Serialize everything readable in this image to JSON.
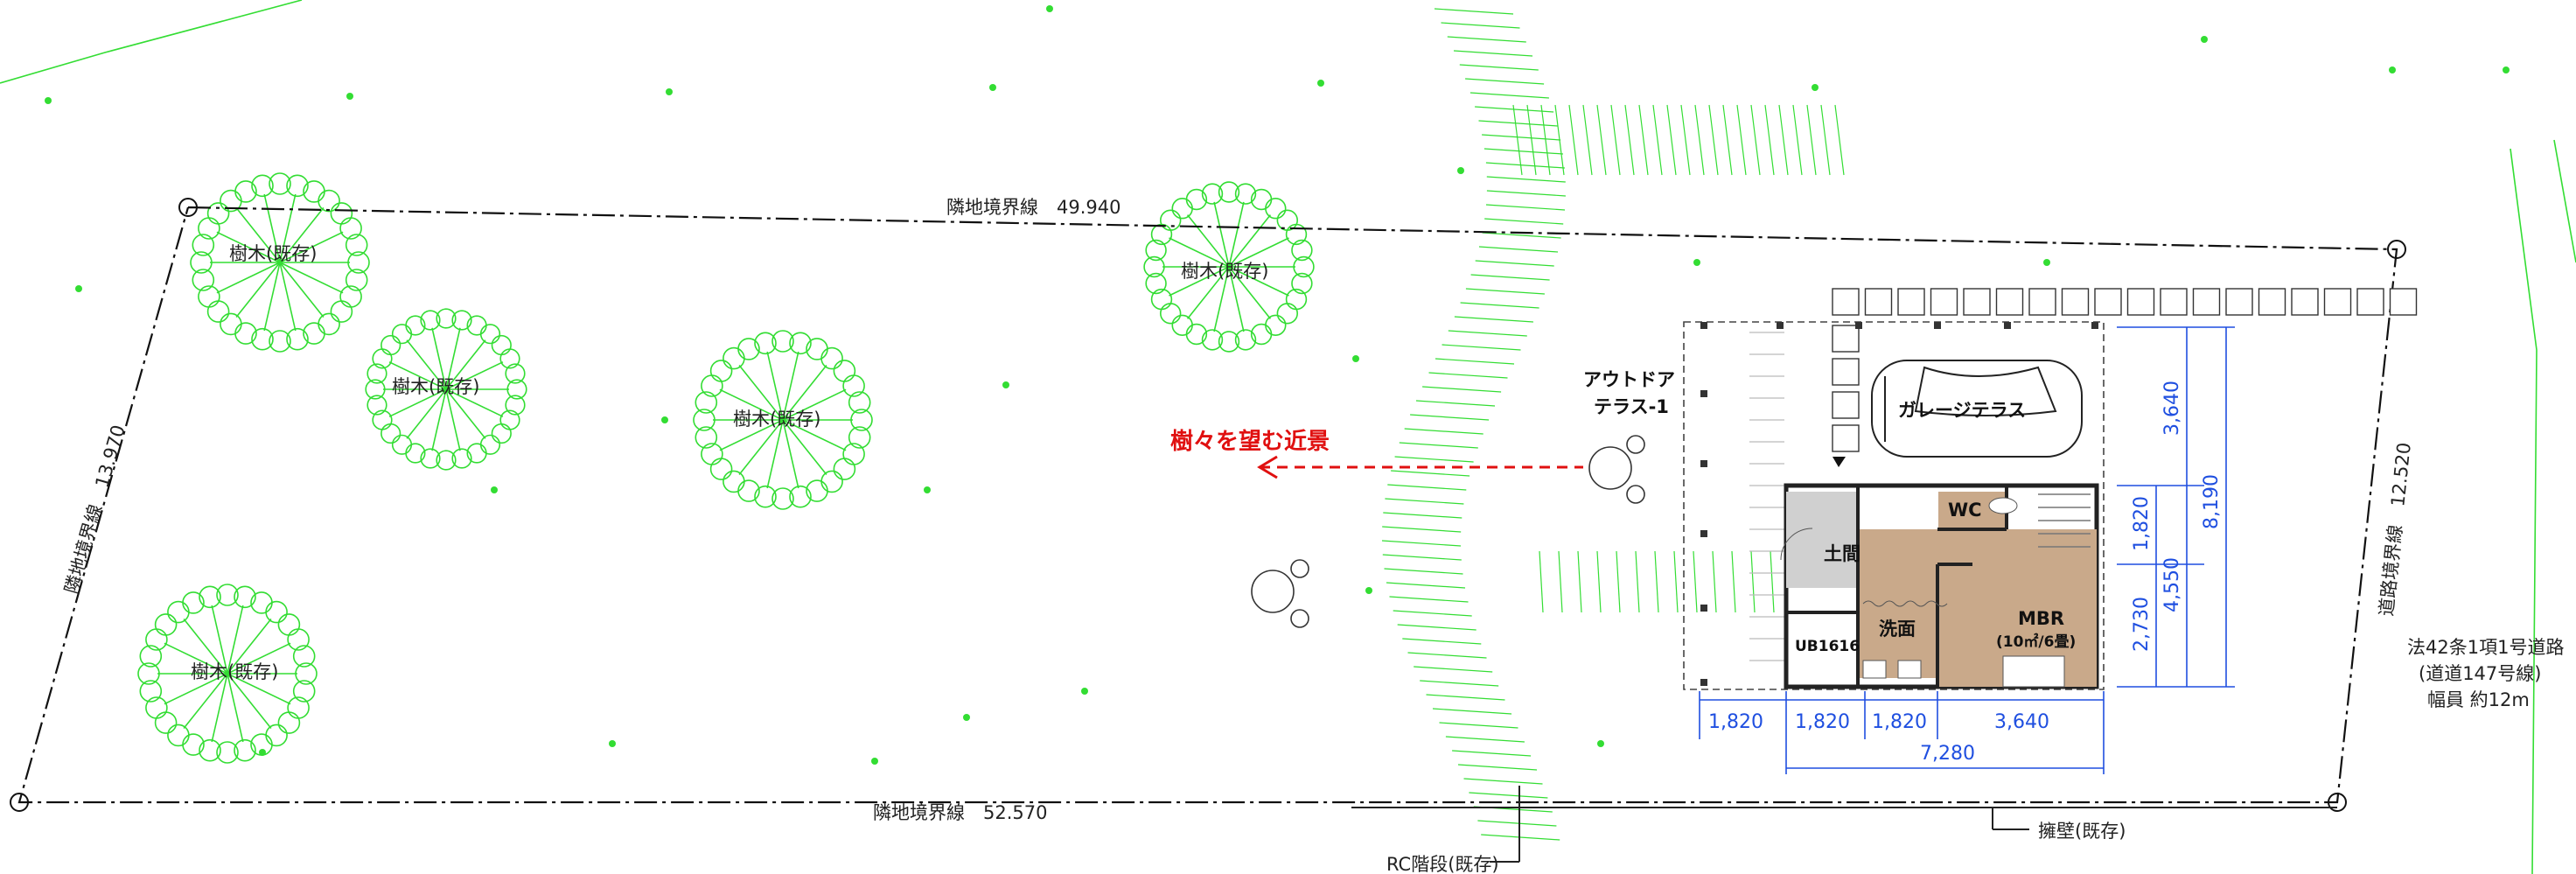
{
  "boundary": {
    "top": "隣地境界線　49.940",
    "bottom": "隣地境界線　52.570",
    "left": "隣地境界線　13.970",
    "right": "道路境界線　12.520"
  },
  "trees": [
    {
      "label": "樹木(既存)"
    },
    {
      "label": "樹木(既存)"
    },
    {
      "label": "樹木(既存)"
    },
    {
      "label": "樹木(既存)"
    },
    {
      "label": "樹木(既存)"
    }
  ],
  "annotations": {
    "view_note": "樹々を望む近景",
    "outdoor_terrace_line1": "アウトドア",
    "outdoor_terrace_line2": "テラス-1",
    "rc_stairs": "RC階段(既存)",
    "retaining_wall": "擁壁(既存)"
  },
  "rooms": {
    "garage": "ガレージテラス",
    "wc": "WC",
    "doma": "土間",
    "washroom": "洗面",
    "bath": "UB1616",
    "mbr_name": "MBR",
    "mbr_size": "(10㎡/6畳)"
  },
  "road": {
    "line1": "法42条1項1号道路",
    "line2": "(道道147号線)",
    "line3": "幅員 約12m"
  },
  "dimensions": {
    "horizontal": [
      "1,820",
      "1,820",
      "1,820",
      "3,640"
    ],
    "total_width": "7,280",
    "v_garage": "3,640",
    "v_total": "8,190",
    "v_wc": "1,820",
    "v_lower": "2,730",
    "v_house": "4,550"
  },
  "colors": {
    "background": "#ffffff",
    "vegetation": "#33dd33",
    "dimension": "#1f4fe0",
    "annotation": "#e01010",
    "floor": "#c9a98a",
    "lines": "#222222"
  }
}
